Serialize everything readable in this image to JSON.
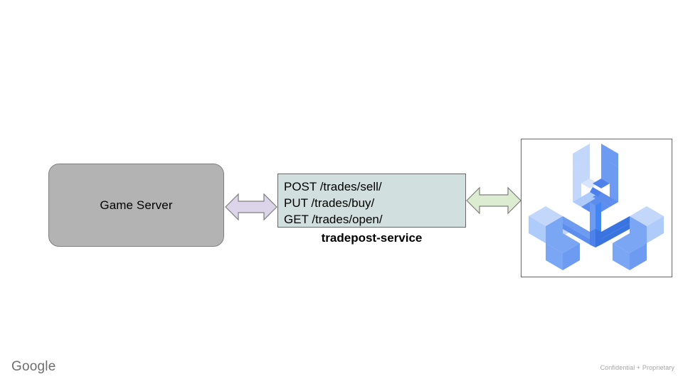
{
  "slide": {
    "background_color": "#ffffff"
  },
  "gameserver": {
    "label": "Game Server",
    "fill_color": "#b3b3b3",
    "border_color": "#7f7f7f"
  },
  "arrow_left": {
    "name": "bidirectional-arrow-purple",
    "fill_color": "#dcd5ea",
    "border_color": "#7f7f7f"
  },
  "arrow_right": {
    "name": "bidirectional-arrow-green",
    "fill_color": "#dbecd0",
    "border_color": "#7f7f7f"
  },
  "service": {
    "caption": "tradepost-service",
    "fill_color": "#d2dfdf",
    "border_color": "#666666",
    "endpoints": [
      "POST /trades/sell/",
      "PUT /trades/buy/",
      "GET /trades/open/"
    ]
  },
  "logo": {
    "name": "agones-logo",
    "frame_border_color": "#666666",
    "colors": {
      "light": "#c3d7fa",
      "medium_light": "#9fc0f8",
      "medium": "#6d9bf1",
      "strong": "#4285f4",
      "dark": "#3a74e0"
    }
  },
  "footer": {
    "brand": "Google",
    "confidentiality": "Confidential + Proprietary",
    "brand_color": "#6e6e6e",
    "confidentiality_color": "#a6a6a6"
  }
}
